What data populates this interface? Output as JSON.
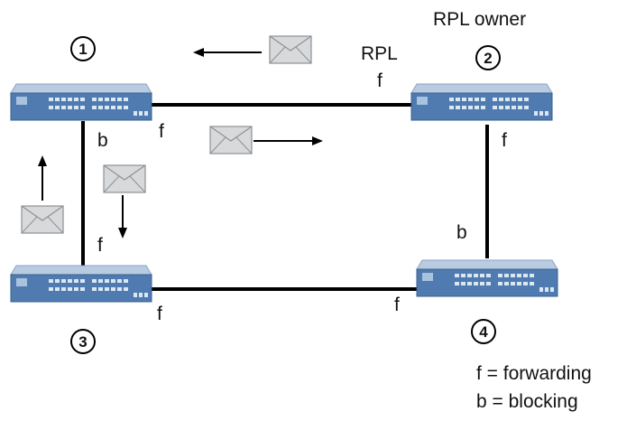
{
  "owner_label": "RPL owner",
  "rpl_label": "RPL",
  "nodes": [
    {
      "id": "1",
      "label": "1"
    },
    {
      "id": "2",
      "label": "2"
    },
    {
      "id": "3",
      "label": "3"
    },
    {
      "id": "4",
      "label": "4"
    }
  ],
  "ports": {
    "sw1_bottom": "b",
    "sw1_right": "f",
    "sw2_left": "f",
    "sw2_bottom": "f",
    "sw3_top": "f",
    "sw3_right": "f",
    "sw4_top": "b",
    "sw4_left": "f"
  },
  "legend": {
    "forwarding": "f = forwarding",
    "blocking": "b = blocking"
  },
  "colors": {
    "switch_top": "#b9cbe0",
    "switch_front": "#4f7bb0",
    "link": "#000000",
    "envelope": "#d7d9db"
  }
}
